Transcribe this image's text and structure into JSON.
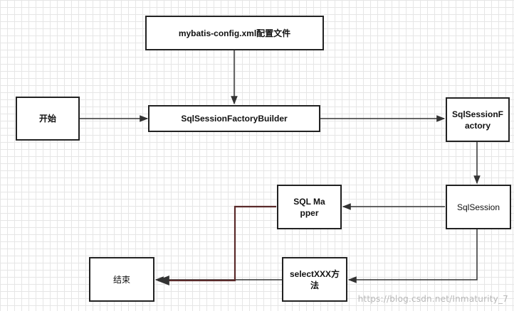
{
  "diagram": {
    "nodes": {
      "config": "mybatis-config.xml配置文件",
      "start": "开始",
      "builder": "SqlSessionFactoryBuilder",
      "factory": "SqlSessionFactory",
      "session": "SqlSession",
      "mapper": "SQL Mapper",
      "select": "selectXXX方法",
      "end": "结束"
    },
    "colors": {
      "line": "#333333",
      "highlight": "#5a2a2a"
    }
  },
  "watermark": "https://blog.csdn.net/Inmaturity_7"
}
